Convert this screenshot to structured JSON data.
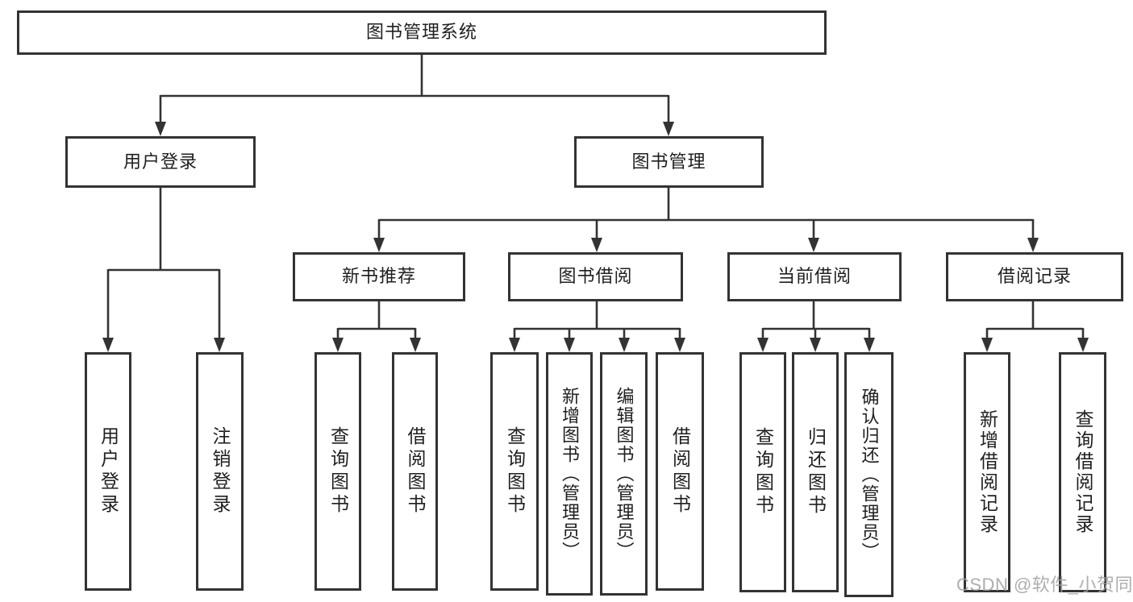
{
  "diagram": {
    "type": "hierarchy-tree",
    "title": "图书管理系统",
    "watermark": "CSDN @软件_小贺同学",
    "colors": {
      "line": "#333333",
      "text": "#1f1f1f",
      "background": "#ffffff",
      "watermark": "#a0a0a0"
    },
    "nodes": {
      "root": {
        "label": "图书管理系统"
      },
      "user_login": {
        "label": "用户登录"
      },
      "book_mgmt": {
        "label": "图书管理"
      },
      "new_book_rec": {
        "label": "新书推荐"
      },
      "book_borrow": {
        "label": "图书借阅"
      },
      "current_borrow": {
        "label": "当前借阅"
      },
      "borrow_records": {
        "label": "借阅记录"
      },
      "leaf_user_login": {
        "label": "用户登录"
      },
      "leaf_logout": {
        "label": "注销登录"
      },
      "leaf_query_book_1": {
        "label": "查询图书"
      },
      "leaf_borrow_book_1": {
        "label": "借阅图书"
      },
      "leaf_query_book_2": {
        "label": "查询图书"
      },
      "leaf_add_book": {
        "label": "新增图书（管理员）"
      },
      "leaf_edit_book": {
        "label": "编辑图书（管理员）"
      },
      "leaf_borrow_book_2": {
        "label": "借阅图书"
      },
      "leaf_query_book_3": {
        "label": "查询图书"
      },
      "leaf_return_book": {
        "label": "归还图书"
      },
      "leaf_confirm_return": {
        "label": "确认归还（管理员）"
      },
      "leaf_add_record": {
        "label": "新增借阅记录"
      },
      "leaf_query_record": {
        "label": "查询借阅记录"
      }
    },
    "edges": [
      [
        "图书管理系统",
        "用户登录"
      ],
      [
        "图书管理系统",
        "图书管理"
      ],
      [
        "用户登录",
        "用户登录(子)"
      ],
      [
        "用户登录",
        "注销登录"
      ],
      [
        "图书管理",
        "新书推荐"
      ],
      [
        "图书管理",
        "图书借阅"
      ],
      [
        "图书管理",
        "当前借阅"
      ],
      [
        "图书管理",
        "借阅记录"
      ],
      [
        "新书推荐",
        "查询图书"
      ],
      [
        "新书推荐",
        "借阅图书"
      ],
      [
        "图书借阅",
        "查询图书"
      ],
      [
        "图书借阅",
        "新增图书（管理员）"
      ],
      [
        "图书借阅",
        "编辑图书（管理员）"
      ],
      [
        "图书借阅",
        "借阅图书"
      ],
      [
        "当前借阅",
        "查询图书"
      ],
      [
        "当前借阅",
        "归还图书"
      ],
      [
        "当前借阅",
        "确认归还（管理员）"
      ],
      [
        "借阅记录",
        "新增借阅记录"
      ],
      [
        "借阅记录",
        "查询借阅记录"
      ]
    ]
  }
}
